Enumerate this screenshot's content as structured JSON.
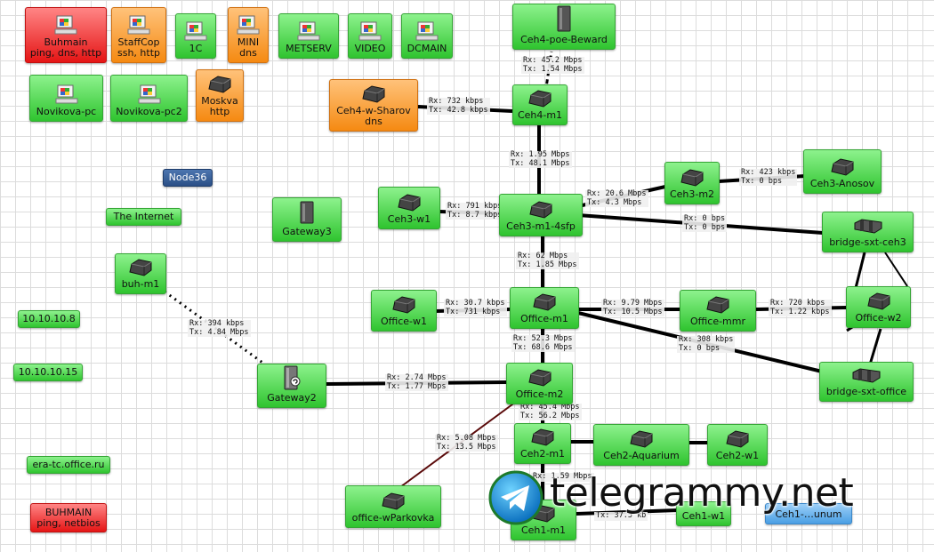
{
  "colors": {
    "up": "#30c030",
    "down": "#e82020",
    "warn": "#f5901a",
    "unknown": "#4a9fe4",
    "link": "#000000",
    "grid": "#dcdcdc"
  },
  "nodes": {
    "buhmain": {
      "name": "Buhmain",
      "sub": "ping, dns, http",
      "icon": "windows-pc-icon",
      "status": "down"
    },
    "staffcop": {
      "name": "StaffCop",
      "sub": "ssh, http",
      "icon": "windows-pc-icon",
      "status": "warn"
    },
    "n1c": {
      "name": "1C",
      "icon": "windows-pc-icon",
      "status": "up"
    },
    "mini": {
      "name": "MINI",
      "sub": "dns",
      "icon": "windows-pc-icon",
      "status": "warn"
    },
    "metserv": {
      "name": "METSERV",
      "icon": "windows-pc-icon",
      "status": "up"
    },
    "video": {
      "name": "VIDEO",
      "icon": "windows-pc-icon",
      "status": "up"
    },
    "dcmain": {
      "name": "DCMAIN",
      "icon": "windows-pc-icon",
      "status": "up"
    },
    "ceh4poe": {
      "name": "Ceh4-poe-Beward",
      "icon": "switch-tower-icon",
      "status": "up"
    },
    "novikova": {
      "name": "Novikova-pc",
      "icon": "windows-pc-icon",
      "status": "up"
    },
    "novikova2": {
      "name": "Novikova-pc2",
      "icon": "windows-pc-icon",
      "status": "up"
    },
    "moskva": {
      "name": "Moskva",
      "sub": "http",
      "icon": "router-icon",
      "status": "warn"
    },
    "ceh4sharov": {
      "name": "Ceh4-w-Sharov",
      "sub": "dns",
      "icon": "router-icon",
      "status": "warn"
    },
    "ceh4m1": {
      "name": "Ceh4-m1",
      "icon": "router-icon",
      "status": "up"
    },
    "ceh3m2": {
      "name": "Ceh3-m2",
      "icon": "router-icon",
      "status": "up"
    },
    "ceh3anosov": {
      "name": "Ceh3-Anosov",
      "icon": "router-icon",
      "status": "up"
    },
    "node36": {
      "name": "Node36",
      "status": "other"
    },
    "internet": {
      "name": "The Internet",
      "status": "up"
    },
    "gateway3": {
      "name": "Gateway3",
      "icon": "switch-tower-icon",
      "status": "up"
    },
    "ceh3w1": {
      "name": "Ceh3-w1",
      "icon": "router-icon",
      "status": "up"
    },
    "ceh3m1": {
      "name": "Ceh3-m1-4sfp",
      "icon": "router-icon",
      "status": "up"
    },
    "bridgeceh3": {
      "name": "bridge-sxt-ceh3",
      "icon": "bridge-icon",
      "status": "up"
    },
    "buhm1": {
      "name": "buh-m1",
      "icon": "router-icon",
      "status": "up"
    },
    "officew1": {
      "name": "Office-w1",
      "icon": "router-icon",
      "status": "up"
    },
    "officem1": {
      "name": "Office-m1",
      "icon": "router-icon",
      "status": "up"
    },
    "officemmr": {
      "name": "Office-mmr",
      "icon": "router-icon",
      "status": "up"
    },
    "officew2": {
      "name": "Office-w2",
      "icon": "router-icon",
      "status": "up"
    },
    "ip8": {
      "name": "10.10.10.8",
      "status": "up"
    },
    "ip15": {
      "name": "10.10.10.15",
      "status": "up"
    },
    "gateway2": {
      "name": "Gateway2",
      "icon": "gateway-icon",
      "status": "up"
    },
    "officem2": {
      "name": "Office-m2",
      "icon": "router-icon",
      "status": "up"
    },
    "bridgeoffice": {
      "name": "bridge-sxt-office",
      "icon": "bridge-icon",
      "status": "up"
    },
    "ceh2m1": {
      "name": "Ceh2-m1",
      "icon": "router-icon",
      "status": "up"
    },
    "ceh2aquarium": {
      "name": "Ceh2-Aquarium",
      "icon": "router-icon",
      "status": "up"
    },
    "ceh2w1": {
      "name": "Ceh2-w1",
      "icon": "router-icon",
      "status": "up"
    },
    "eratc": {
      "name": "era-tc.office.ru",
      "status": "up"
    },
    "buhmain2": {
      "name": "BUHMAIN",
      "sub": "ping, netbios",
      "status": "down"
    },
    "officeparkovka": {
      "name": "office-wParkovka",
      "icon": "router-icon",
      "status": "up"
    },
    "ceh1m1": {
      "name": "Ceh1-m1",
      "icon": "router-icon",
      "status": "up"
    },
    "ceh1w1": {
      "name": "Ceh1-w1",
      "status": "up"
    },
    "ceh1fragment": {
      "name": "Ceh1-…unum",
      "status": "other"
    }
  },
  "links": [
    {
      "id": "ceh4m1-ceh4poe",
      "rx": "Rx: 45.2 Mbps",
      "tx": "Tx: 1.54 Mbps",
      "style": "dashed"
    },
    {
      "id": "sharov-ceh4m1",
      "rx": "Rx: 732 kbps",
      "tx": "Tx: 42.8 kbps",
      "style": "solid"
    },
    {
      "id": "ceh4m1-ceh3m1",
      "rx": "Rx: 1.95 Mbps",
      "tx": "Tx: 48.1 Mbps",
      "style": "solid"
    },
    {
      "id": "ceh3m1-ceh3m2",
      "rx": "Rx: 20.6 Mbps",
      "tx": "Tx: 4.3 Mbps",
      "style": "solid"
    },
    {
      "id": "ceh3m2-anosov",
      "rx": "Rx: 423 kbps",
      "tx": "Tx: 0 bps",
      "style": "solid"
    },
    {
      "id": "ceh3w1-ceh3m1",
      "rx": "Rx: 791 kbps",
      "tx": "Tx: 8.7 kbps",
      "style": "solid"
    },
    {
      "id": "ceh3m1-bridge",
      "rx": "Rx: 0 bps",
      "tx": "Tx: 0 bps",
      "style": "solid"
    },
    {
      "id": "ceh3m1-officem1",
      "rx": "Rx: 62 Mbps",
      "tx": "Tx: 1.85 Mbps",
      "style": "solid"
    },
    {
      "id": "officew1-officem1",
      "rx": "Rx: 30.7 kbps",
      "tx": "Tx: 731 kbps",
      "style": "solid"
    },
    {
      "id": "officem1-mmr",
      "rx": "Rx: 9.79 Mbps",
      "tx": "Tx: 10.5 Mbps",
      "style": "solid"
    },
    {
      "id": "mmr-officew2",
      "rx": "Rx: 720 kbps",
      "tx": "Tx: 1.22 kbps",
      "style": "solid"
    },
    {
      "id": "officem1-bridgeoffice",
      "rx": "Rx: 308 kbps",
      "tx": "Tx: 0 bps",
      "style": "solid"
    },
    {
      "id": "buhm1-gateway2",
      "rx": "Rx: 394 kbps",
      "tx": "Tx: 4.84 Mbps",
      "style": "dotted"
    },
    {
      "id": "gateway2-officem2",
      "rx": "Rx: 2.74 Mbps",
      "tx": "Tx: 1.77 Mbps",
      "style": "solid"
    },
    {
      "id": "officem1-officem2",
      "rx": "Rx: 52.3 Mbps",
      "tx": "Tx: 68.6 Mbps",
      "style": "solid"
    },
    {
      "id": "officem2-ceh2m1",
      "rx": "Rx: 45.4 Mbps",
      "tx": "Tx: 56.2 Mbps",
      "style": "solid"
    },
    {
      "id": "officem2-parkovka",
      "rx": "Rx: 5.08 Mbps",
      "tx": "Tx: 13.5 Mbps",
      "style": "solid"
    },
    {
      "id": "ceh2m1-ceh1m1",
      "rx": "Rx: 1.59 Mbps",
      "tx": "",
      "style": "solid"
    },
    {
      "id": "ceh1m1-ceh1w1",
      "rx": "",
      "tx": "Tx: 37.5 kb",
      "style": "solid"
    },
    {
      "id": "ceh2m1-aquarium",
      "rx": "",
      "tx": "",
      "style": "solid"
    },
    {
      "id": "aquarium-ceh2w1",
      "rx": "",
      "tx": "",
      "style": "solid"
    },
    {
      "id": "bridges",
      "rx": "",
      "tx": "",
      "style": "solid"
    },
    {
      "id": "bridgeoffice-w2",
      "rx": "",
      "tx": "",
      "style": "solid"
    },
    {
      "id": "w2-bridgeceh3",
      "rx": "",
      "tx": "",
      "style": "solid"
    }
  ],
  "watermark": {
    "text": "telegrammy.net",
    "icon": "telegram-logo-icon"
  }
}
